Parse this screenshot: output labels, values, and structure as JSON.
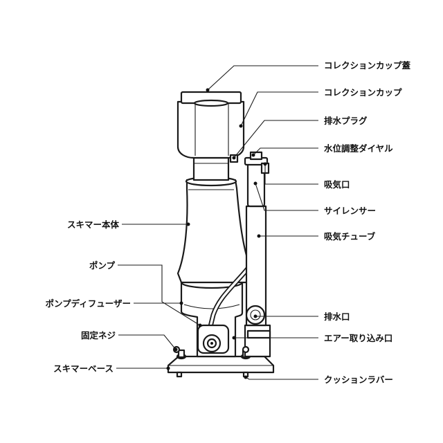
{
  "labels": {
    "collection_cup_lid": "コレクションカップ蓋",
    "collection_cup": "コレクションカップ",
    "drain_plug": "排水プラグ",
    "water_level_dial": "水位調整ダイヤル",
    "air_intake": "吸気口",
    "silencer": "サイレンサー",
    "air_tube": "吸気チューブ",
    "skimmer_body": "スキマー本体",
    "pump": "ポンプ",
    "pump_diffuser": "ポンプディフューザー",
    "fixing_screw": "固定ネジ",
    "skimmer_base": "スキマーベース",
    "drain_outlet": "排水口",
    "air_inlet": "エアー取り込み口",
    "cushion_rubber": "クッションラバー"
  }
}
